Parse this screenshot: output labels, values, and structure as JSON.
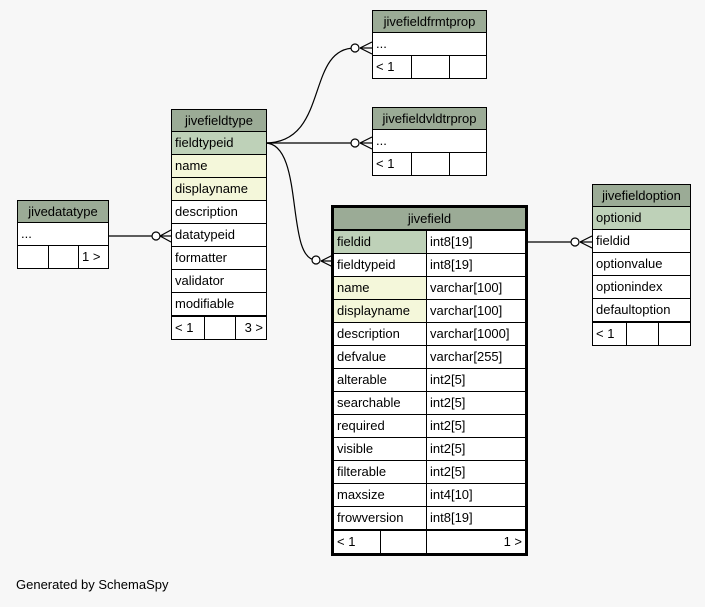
{
  "tables": {
    "jivedatatype": {
      "title": "jivedatatype",
      "rows": [
        "..."
      ],
      "footer": [
        "",
        "",
        "1 >"
      ]
    },
    "jivefieldtype": {
      "title": "jivefieldtype",
      "columns": [
        "fieldtypeid",
        "name",
        "displayname",
        "description",
        "datatypeid",
        "formatter",
        "validator",
        "modifiable"
      ],
      "footer": [
        "< 1",
        "",
        "3 >"
      ]
    },
    "jivefieldfrmtprop": {
      "title": "jivefieldfrmtprop",
      "rows": [
        "..."
      ],
      "footer": [
        "< 1",
        "",
        ""
      ]
    },
    "jivefieldvldtrprop": {
      "title": "jivefieldvldtrprop",
      "rows": [
        "..."
      ],
      "footer": [
        "< 1",
        "",
        ""
      ]
    },
    "jivefield": {
      "title": "jivefield",
      "columns": [
        {
          "name": "fieldid",
          "type": "int8[19]"
        },
        {
          "name": "fieldtypeid",
          "type": "int8[19]"
        },
        {
          "name": "name",
          "type": "varchar[100]"
        },
        {
          "name": "displayname",
          "type": "varchar[100]"
        },
        {
          "name": "description",
          "type": "varchar[1000]"
        },
        {
          "name": "defvalue",
          "type": "varchar[255]"
        },
        {
          "name": "alterable",
          "type": "int2[5]"
        },
        {
          "name": "searchable",
          "type": "int2[5]"
        },
        {
          "name": "required",
          "type": "int2[5]"
        },
        {
          "name": "visible",
          "type": "int2[5]"
        },
        {
          "name": "filterable",
          "type": "int2[5]"
        },
        {
          "name": "maxsize",
          "type": "int4[10]"
        },
        {
          "name": "frowversion",
          "type": "int8[19]"
        }
      ],
      "footer": [
        "< 1",
        "",
        "1 >"
      ]
    },
    "jivefieldoption": {
      "title": "jivefieldoption",
      "columns": [
        "optionid",
        "fieldid",
        "optionvalue",
        "optionindex",
        "defaultoption"
      ],
      "footer": [
        "< 1",
        "",
        ""
      ]
    }
  },
  "credit": "Generated by SchemaSpy",
  "colors": {
    "header": "#9bab96",
    "primary_key": "#bed1b8",
    "indexed": "#f4f7da",
    "background": "#f7f7f7"
  }
}
